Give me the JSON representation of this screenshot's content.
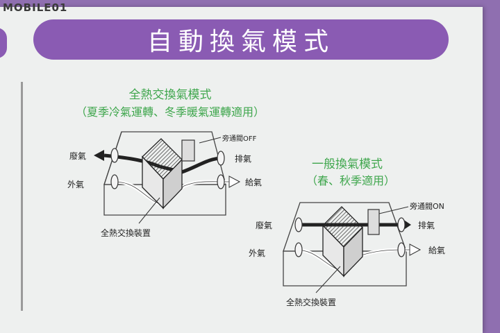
{
  "watermark": "MOBILE01",
  "title": "自動換氣模式",
  "mode1": {
    "title": "全熱交換氣模式",
    "subtitle": "（夏季冷氣運轉、冬季暖氣運轉適用）",
    "labels": {
      "exhaust_out": "廢氣",
      "outside_in": "外氣",
      "bypass": "旁通閥OFF",
      "exhaust_in": "排氣",
      "supply": "給氣",
      "device": "全熱交換裝置"
    }
  },
  "mode2": {
    "title": "一般換氣模式",
    "subtitle": "（春、秋季適用）",
    "labels": {
      "exhaust_out": "廢氣",
      "outside_in": "外氣",
      "bypass": "旁通閥ON",
      "exhaust_in": "排氣",
      "supply": "給氣",
      "device": "全熱交換裝置"
    }
  },
  "colors": {
    "accent": "#8a5bb3",
    "green_text": "#3ea64c",
    "panel": "#eef0ef"
  }
}
